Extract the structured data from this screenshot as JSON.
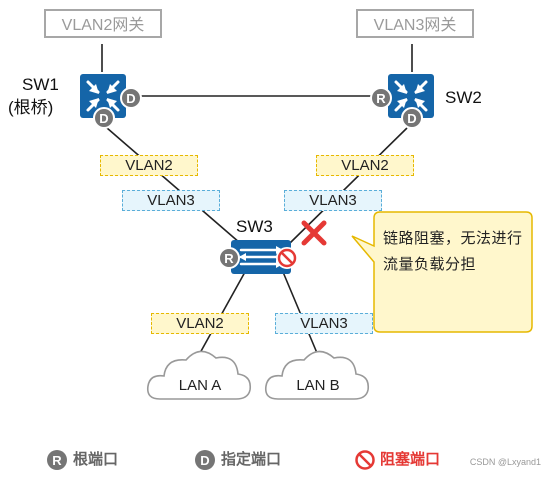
{
  "gateways": {
    "vlan2": "VLAN2网关",
    "vlan3": "VLAN3网关"
  },
  "switches": {
    "sw1": {
      "name": "SW1",
      "note": "(根桥)"
    },
    "sw2": {
      "name": "SW2"
    },
    "sw3": {
      "name": "SW3"
    }
  },
  "vlan_tags": {
    "sw1_vlan2": "VLAN2",
    "sw1_vlan3": "VLAN3",
    "sw2_vlan2": "VLAN2",
    "sw2_vlan3": "VLAN3",
    "lan_a_vlan": "VLAN2",
    "lan_b_vlan": "VLAN3"
  },
  "port_marks": {
    "root": "R",
    "designated": "D"
  },
  "lans": {
    "a": "LAN A",
    "b": "LAN B"
  },
  "callout": "链路阻塞，无法进行流量负载分担",
  "legend": {
    "root_port": "根端口",
    "designated_port": "指定端口",
    "blocked_port": "阻塞端口"
  },
  "watermark": "CSDN @Lxyand1",
  "colors": {
    "switch_blue": "#1565a8",
    "port_gray": "#757575",
    "blocked_red": "#e53935",
    "vlan2_border": "#e6b800",
    "vlan3_border": "#5aaed9",
    "callout_fill": "#fff7cc"
  }
}
